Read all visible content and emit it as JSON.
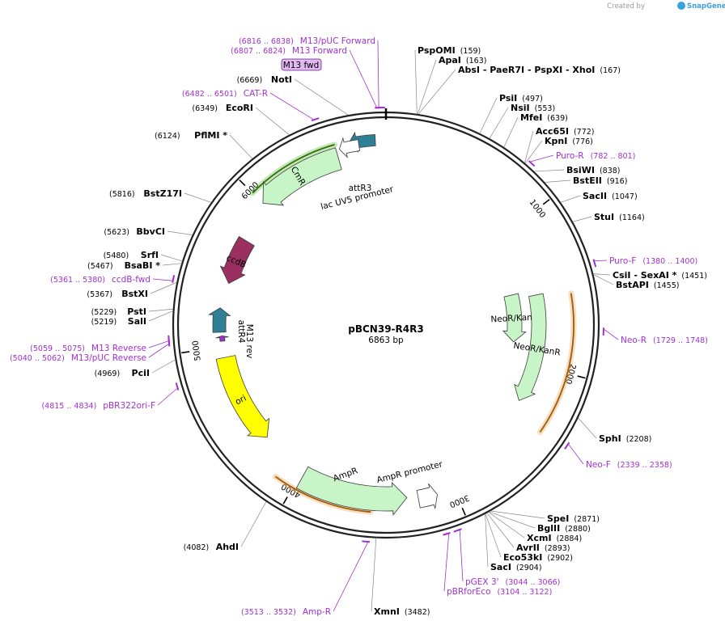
{
  "plasmid": {
    "name": "pBCN39-R4R3",
    "size_label": "6863 bp",
    "length": 6863
  },
  "brand": {
    "prefix": "Created by",
    "name": "SnapGene"
  },
  "ticks": [
    {
      "pos": 1000,
      "label": "1000"
    },
    {
      "pos": 2000,
      "label": "2000"
    },
    {
      "pos": 3000,
      "label": "3000"
    },
    {
      "pos": 4000,
      "label": "4000"
    },
    {
      "pos": 5000,
      "label": "5000"
    },
    {
      "pos": 6000,
      "label": "6000"
    }
  ],
  "restriction_sites": [
    {
      "name": "PspOMI",
      "pos_label": "(159)",
      "pos": 159
    },
    {
      "name": "ApaI",
      "pos_label": "(163)",
      "pos": 163
    },
    {
      "name": "AbsI  - PaeR7I  - PspXI  - XhoI",
      "pos_label": "(167)",
      "pos": 167
    },
    {
      "name": "PsiI",
      "pos_label": "(497)",
      "pos": 497
    },
    {
      "name": "NsiI",
      "pos_label": "(553)",
      "pos": 553
    },
    {
      "name": "MfeI",
      "pos_label": "(639)",
      "pos": 639
    },
    {
      "name": "Acc65I",
      "pos_label": "(772)",
      "pos": 772
    },
    {
      "name": "KpnI",
      "pos_label": "(776)",
      "pos": 776
    },
    {
      "name": "BsiWI",
      "pos_label": "(838)",
      "pos": 838
    },
    {
      "name": "BstEII",
      "pos_label": "(916)",
      "pos": 916
    },
    {
      "name": "SacII",
      "pos_label": "(1047)",
      "pos": 1047
    },
    {
      "name": "StuI",
      "pos_label": "(1164)",
      "pos": 1164
    },
    {
      "name": "CsiI  - SexAI *",
      "pos_label": "(1451)",
      "pos": 1451
    },
    {
      "name": "BstAPI",
      "pos_label": "(1455)",
      "pos": 1455
    },
    {
      "name": "SphI",
      "pos_label": "(2208)",
      "pos": 2208
    },
    {
      "name": "SpeI",
      "pos_label": "(2871)",
      "pos": 2871
    },
    {
      "name": "BglII",
      "pos_label": "(2880)",
      "pos": 2880
    },
    {
      "name": "XcmI",
      "pos_label": "(2884)",
      "pos": 2884
    },
    {
      "name": "AvrII",
      "pos_label": "(2893)",
      "pos": 2893
    },
    {
      "name": "Eco53kI",
      "pos_label": "(2902)",
      "pos": 2902
    },
    {
      "name": "SacI",
      "pos_label": "(2904)",
      "pos": 2904
    },
    {
      "name": "XmnI",
      "pos_label": "(3482)",
      "pos": 3482
    },
    {
      "name": "AhdI",
      "pos_label": "(4082)",
      "pos": 4082
    },
    {
      "name": "PciI",
      "pos_label": "(4969)",
      "pos": 4969
    },
    {
      "name": "SalI",
      "pos_label": "(5219)",
      "pos": 5219
    },
    {
      "name": "PstI",
      "pos_label": "(5229)",
      "pos": 5229
    },
    {
      "name": "BstXI",
      "pos_label": "(5367)",
      "pos": 5367
    },
    {
      "name": "BsaBI *",
      "pos_label": "(5467)",
      "pos": 5467
    },
    {
      "name": "SrfI",
      "pos_label": "(5480)",
      "pos": 5480
    },
    {
      "name": "BbvCI",
      "pos_label": "(5623)",
      "pos": 5623
    },
    {
      "name": "BstZ17I",
      "pos_label": "(5816)",
      "pos": 5816
    },
    {
      "name": "PflMI *",
      "pos_label": "(6124)",
      "pos": 6124
    },
    {
      "name": "EcoRI",
      "pos_label": "(6349)",
      "pos": 6349
    },
    {
      "name": "NotI",
      "pos_label": "(6669)",
      "pos": 6669
    }
  ],
  "primers": [
    {
      "name": "Puro-R",
      "range": "(782 .. 801)",
      "start": 782,
      "end": 801
    },
    {
      "name": "Puro-F",
      "range": "(1380 .. 1400)",
      "start": 1380,
      "end": 1400
    },
    {
      "name": "Neo-R",
      "range": "(1729 .. 1748)",
      "start": 1729,
      "end": 1748
    },
    {
      "name": "Neo-F",
      "range": "(2339 .. 2358)",
      "start": 2339,
      "end": 2358
    },
    {
      "name": "pGEX 3'",
      "range": "(3044 .. 3066)",
      "start": 3044,
      "end": 3066
    },
    {
      "name": "pBRforEco",
      "range": "(3104 .. 3122)",
      "start": 3104,
      "end": 3122
    },
    {
      "name": "Amp-R",
      "range": "(3513 .. 3532)",
      "start": 3513,
      "end": 3532
    },
    {
      "name": "pBR322ori-F",
      "range": "(4815 .. 4834)",
      "start": 4815,
      "end": 4834
    },
    {
      "name": "M13/pUC Reverse",
      "range": "(5040 .. 5062)",
      "start": 5040,
      "end": 5062
    },
    {
      "name": "M13 Reverse",
      "range": "(5059 .. 5075)",
      "start": 5059,
      "end": 5075
    },
    {
      "name": "ccdB-fwd",
      "range": "(5361 .. 5380)",
      "start": 5361,
      "end": 5380
    },
    {
      "name": "CAT-R",
      "range": "(6482 .. 6501)",
      "start": 6482,
      "end": 6501
    },
    {
      "name": "M13 Forward",
      "range": "(6807 .. 6824)",
      "start": 6807,
      "end": 6824
    },
    {
      "name": "M13/pUC Forward",
      "range": "(6816 .. 6838)",
      "start": 6816,
      "end": 6838
    }
  ],
  "primer_box": {
    "label": "M13 fwd"
  },
  "features": [
    {
      "name": "NeoR/KanR",
      "start": 1460,
      "end": 1860,
      "dir": 1,
      "color": "#c8f5c8"
    },
    {
      "name": "NeoR/KanR",
      "start": 1500,
      "end": 2280,
      "dir": 1,
      "color": "#c8f5c8"
    },
    {
      "name": "AmpR",
      "start": 3300,
      "end": 3980,
      "dir": -1,
      "color": "#c8f5c8"
    },
    {
      "name": "AmpR promoter",
      "start": 3110,
      "end": 3230,
      "dir": -1,
      "color": "#ffffff"
    },
    {
      "name": "ori",
      "start": 4320,
      "end": 4930,
      "dir": -1,
      "color": "#ffff00"
    },
    {
      "name": "ccdB",
      "start": 5430,
      "end": 5740,
      "dir": -1,
      "color": "#9b3060"
    },
    {
      "name": "CmR",
      "start": 6000,
      "end": 6560,
      "dir": -1,
      "color": "#c8f5c8"
    },
    {
      "name": "attR3",
      "start": 6640,
      "end": 6800,
      "dir": -1,
      "color": "#2f8096"
    },
    {
      "name": "lac UV5 promoter",
      "start": 6580,
      "end": 6700,
      "dir": -1,
      "color": "#ffffff"
    },
    {
      "name": "attR4",
      "start": 5100,
      "end": 5260,
      "dir": 1,
      "color": "#2f8096"
    },
    {
      "name": "M13 rev",
      "start": 5040,
      "end": 5075,
      "dir": 1,
      "color": "#a030d0"
    }
  ],
  "highlight_arcs": [
    {
      "start": 1530,
      "end": 2380,
      "dir": 1,
      "color": "#e8a040"
    },
    {
      "start": 3520,
      "end": 4120,
      "dir": -1,
      "color": "#e8a040"
    },
    {
      "start": 6000,
      "end": 6560,
      "dir": -1,
      "color": "#55bb22"
    }
  ],
  "colors": {
    "primer": "#a030d0",
    "backbone": "#222222"
  }
}
